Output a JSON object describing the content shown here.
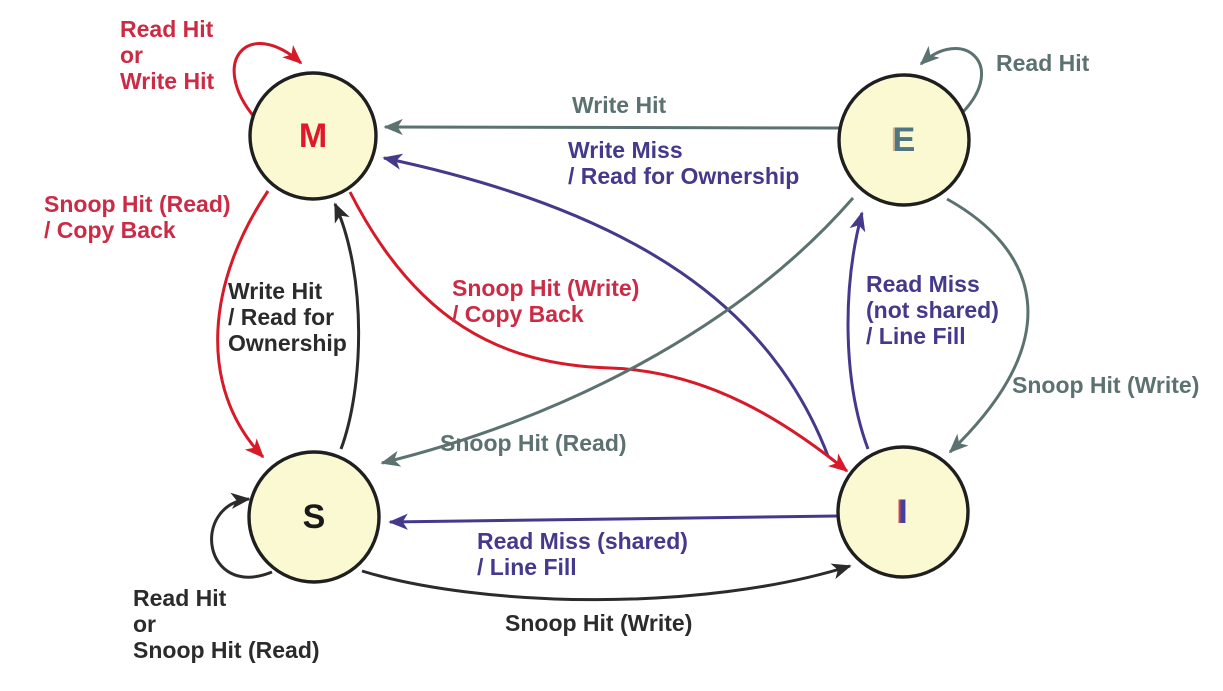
{
  "colors": {
    "node_fill": "#FAF9D2",
    "node_border": "#1F1F1F",
    "red": "#D61A28",
    "crimson": "#CB2B45",
    "gray": "#5C7270",
    "purple": "#45398C",
    "black": "#2B2B2B",
    "m_letter": "#E1182B",
    "e_letter": "#507684",
    "s_letter": "#1A1A1A",
    "i_letter": "#4340A0"
  },
  "states": {
    "m": {
      "label": "M",
      "meaning_color": "red"
    },
    "e": {
      "label": "E",
      "meaning_color": "gray"
    },
    "s": {
      "label": "S",
      "meaning_color": "black"
    },
    "i": {
      "label": "I",
      "meaning_color": "purple"
    }
  },
  "transitions": {
    "m_self": {
      "from": "M",
      "to": "M",
      "label": "Read Hit\nor\nWrite Hit"
    },
    "e_self": {
      "from": "E",
      "to": "E",
      "label": "Read Hit"
    },
    "s_self": {
      "from": "S",
      "to": "S",
      "label": "Read Hit\nor\nSnoop Hit (Read)"
    },
    "e_to_m": {
      "from": "E",
      "to": "M",
      "label": "Write Hit"
    },
    "i_to_m": {
      "from": "I",
      "to": "M",
      "label": "Write Miss\n/ Read for Ownership"
    },
    "m_to_s": {
      "from": "M",
      "to": "S",
      "label": "Snoop Hit (Read)\n/ Copy Back"
    },
    "s_to_m": {
      "from": "S",
      "to": "M",
      "label": "Write Hit\n/ Read for\nOwnership"
    },
    "m_to_i": {
      "from": "M",
      "to": "I",
      "label": "Snoop Hit (Write)\n/ Copy Back"
    },
    "i_to_e": {
      "from": "I",
      "to": "E",
      "label": "Read Miss\n(not shared)\n/ Line Fill"
    },
    "e_to_i": {
      "from": "E",
      "to": "I",
      "label": "Snoop Hit (Write)"
    },
    "e_to_s": {
      "from": "E",
      "to": "S",
      "label": "Snoop Hit (Read)"
    },
    "i_to_s": {
      "from": "I",
      "to": "S",
      "label": "Read Miss (shared)\n/ Line Fill"
    },
    "s_to_i": {
      "from": "S",
      "to": "I",
      "label": "Snoop Hit (Write)"
    }
  }
}
